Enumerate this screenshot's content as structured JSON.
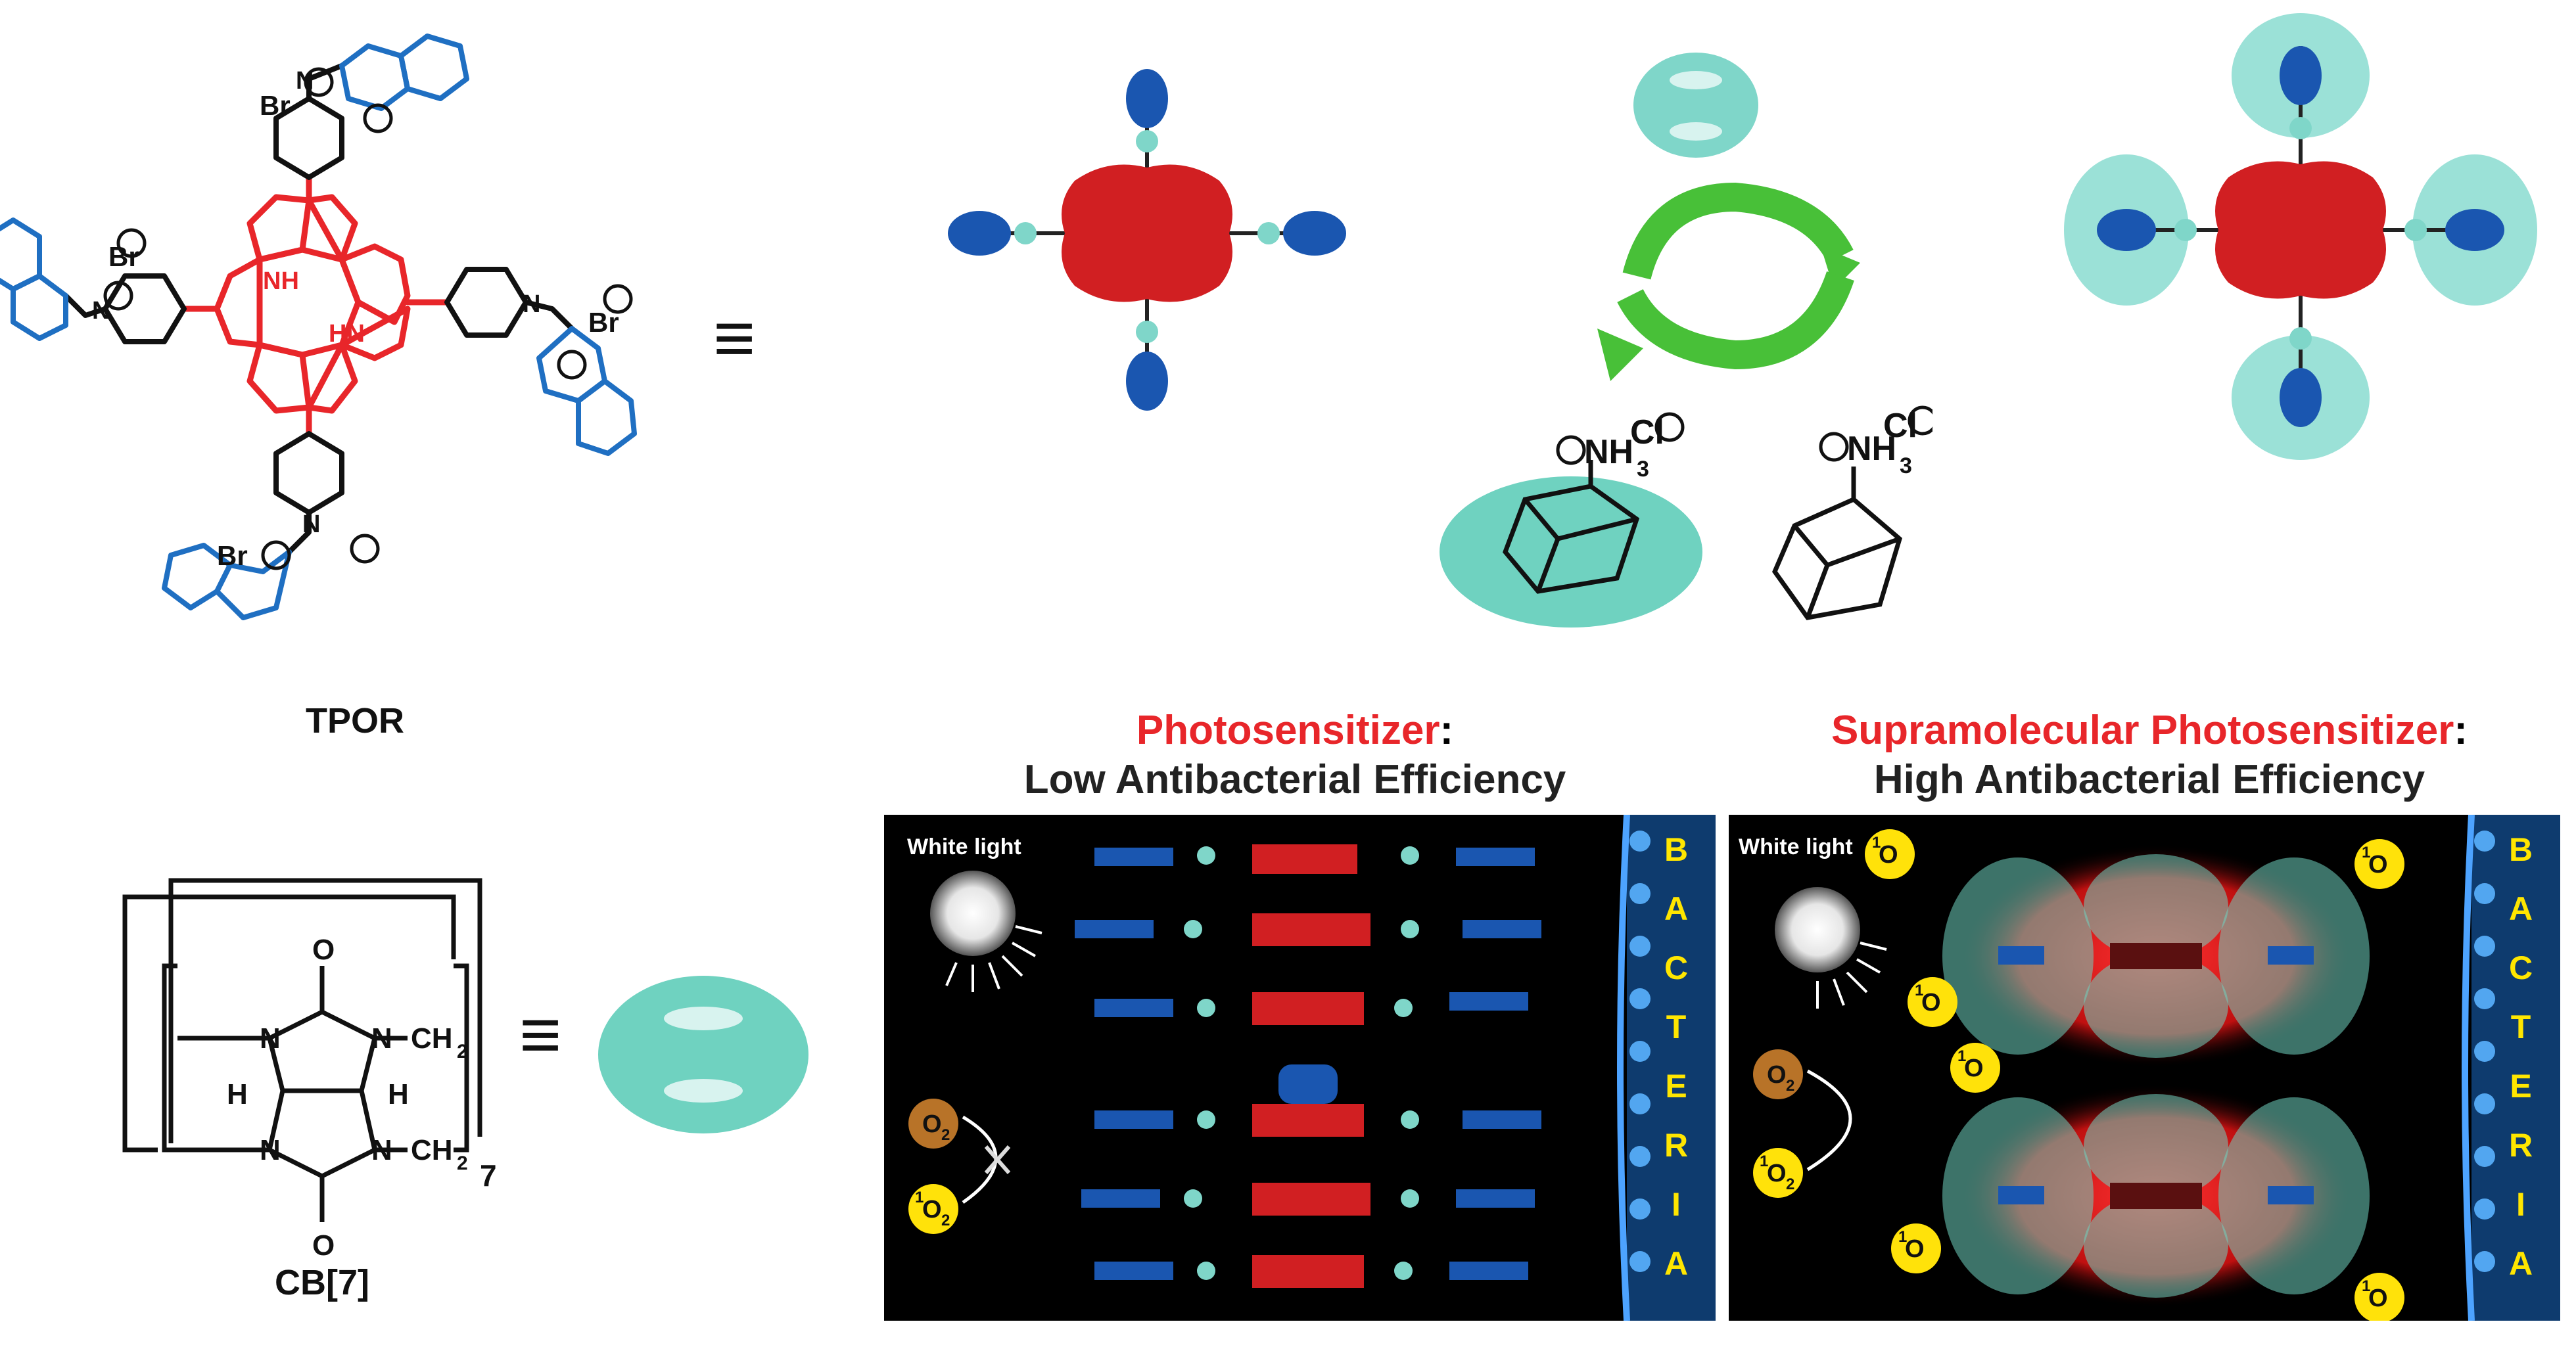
{
  "tpor": {
    "name": "TPOR",
    "counterion": "Br",
    "pyrrole_nh": "NH",
    "pyrrole_hn": "HN",
    "pyridinium_n": "N"
  },
  "cb7": {
    "name": "CB[7]",
    "oxygen": "O",
    "nitrogen": "N",
    "hydrogen": "H",
    "ch2": "CH",
    "ch2_sub": "2",
    "repeat": "7"
  },
  "equiv_symbol": "≡",
  "adamantane": {
    "chloride": "Cl",
    "amine": "NH",
    "amine_sub": "3"
  },
  "left_panel": {
    "title_red": "Photosensitizer",
    "title_colon": ":",
    "subtitle": "Low Antibacterial Efficiency",
    "light_label": "White light",
    "o2": "O",
    "o2_sub": "2",
    "singlet_sup": "1",
    "bacteria_letters": [
      "B",
      "A",
      "C",
      "T",
      "E",
      "R",
      "I",
      "A"
    ]
  },
  "right_panel": {
    "title_red": "Supramolecular Photosensitizer",
    "title_colon": ":",
    "subtitle": "High Antibacterial Efficiency",
    "light_label": "White light",
    "o2": "O",
    "o2_sub": "2",
    "singlet_sup": "1",
    "bacteria_letters": [
      "B",
      "A",
      "C",
      "T",
      "E",
      "R",
      "I",
      "A"
    ]
  },
  "colors": {
    "porphyrin_red": "#e8262a",
    "naphthyl_blue": "#1f6fc2",
    "cb7_teal": "#6fd2c0",
    "bond_black": "#111111",
    "arrow_green": "#48c038",
    "oxygen_orange": "#b87328",
    "singlet_yellow": "#ffe20a",
    "bacteria_text": "#ffe600"
  }
}
